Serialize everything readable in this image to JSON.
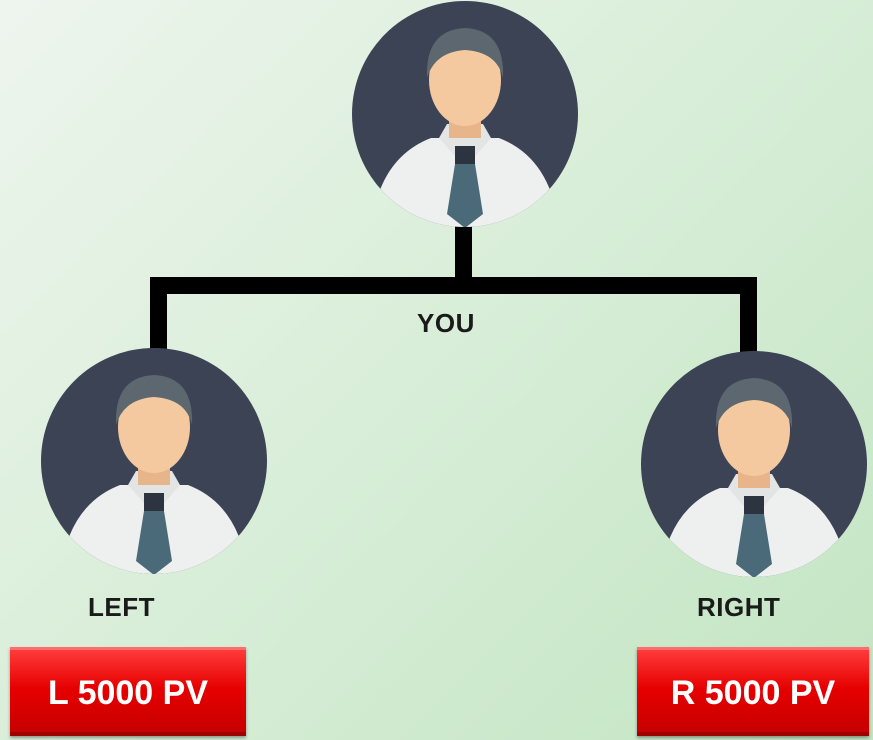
{
  "nodes": {
    "you": {
      "label": "YOU"
    },
    "left": {
      "label": "LEFT"
    },
    "right": {
      "label": "RIGHT"
    }
  },
  "badges": {
    "left": "L 5000 PV",
    "right": "R 5000 PV"
  },
  "colors": {
    "badge": "#e60000",
    "avatar_bg": "#3c4355",
    "skin": "#f5c9a0",
    "hair": "#5c6770",
    "shirt": "#eef0ef",
    "tie": "#4a6a7a",
    "connector": "#000000"
  }
}
